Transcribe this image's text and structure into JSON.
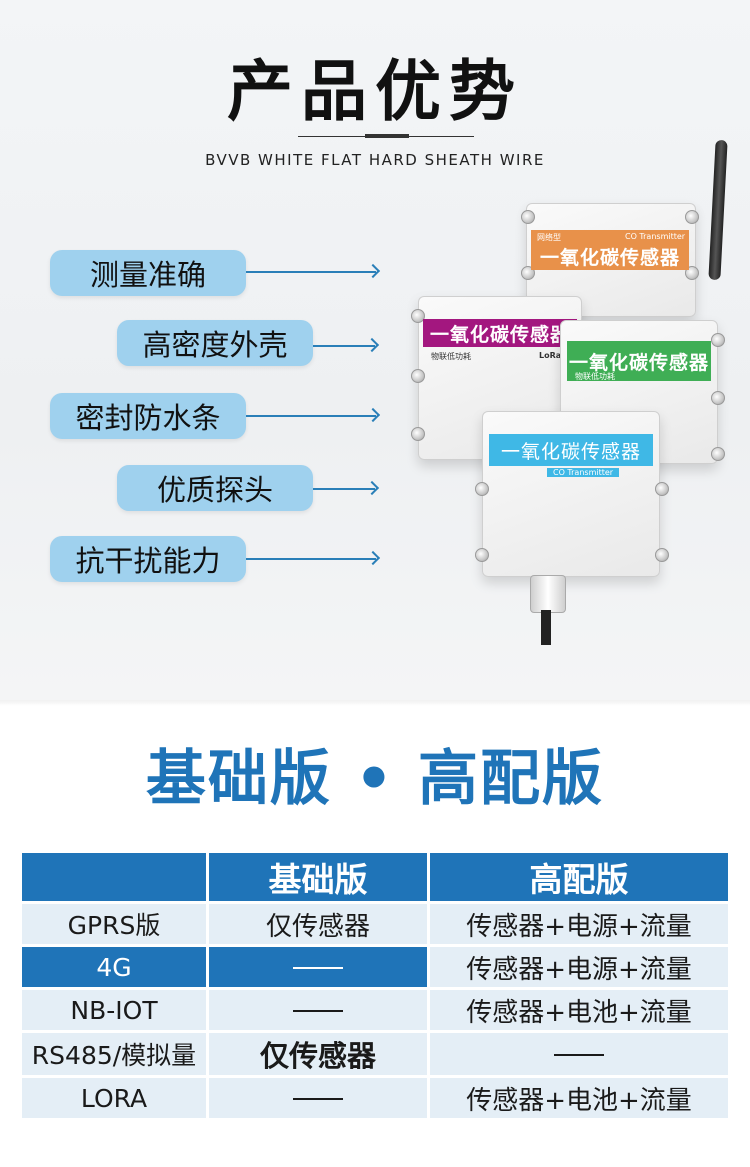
{
  "header": {
    "title": "产品优势",
    "subtitle": "BVVB WHITE FLAT HARD SHEATH WIRE"
  },
  "features": [
    {
      "label": "测量准确"
    },
    {
      "label": "高密度外壳"
    },
    {
      "label": "密封防水条"
    },
    {
      "label": "优质探头"
    },
    {
      "label": "抗干扰能力"
    }
  ],
  "products": {
    "orange": {
      "tag": "网络型",
      "sub": "CO Transmitter",
      "label": "一氧化碳传感器",
      "color": "#e8914a"
    },
    "purple": {
      "label": "一氧化碳传感器",
      "small": "物联低功耗",
      "tail": "LoRa",
      "color": "#a3177f"
    },
    "green": {
      "label": "一氧化碳传感器",
      "small": "物联低功耗",
      "color": "#3fae55"
    },
    "cyan": {
      "label": "一氧化碳传感器",
      "sub": "CO Transmitter",
      "color": "#3fb8e6"
    }
  },
  "section2": {
    "title": "基础版 • 高配版"
  },
  "table": {
    "headers": [
      "",
      "基础版",
      "高配版"
    ],
    "rows": [
      {
        "name": "GPRS版",
        "basic": "仅传感器",
        "pro": "传感器+电源+流量"
      },
      {
        "name": "4G",
        "basic": "",
        "pro": "传感器+电源+流量"
      },
      {
        "name": "NB-IOT",
        "basic": "",
        "pro": "传感器+电池+流量"
      },
      {
        "name": "RS485/模拟量",
        "basic": "仅传感器",
        "pro": ""
      },
      {
        "name": "LORA",
        "basic": "",
        "pro": "传感器+电池+流量"
      }
    ]
  },
  "colors": {
    "accent": "#1f74b8",
    "feature_bg": "#9fd1ee",
    "row_light": "#e4eef6"
  }
}
